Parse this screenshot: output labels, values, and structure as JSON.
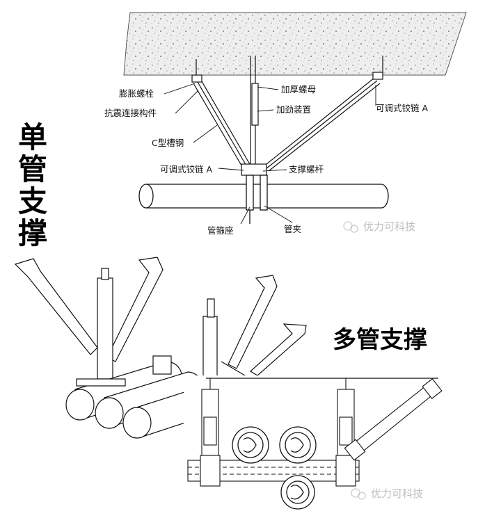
{
  "top_title_chars": [
    "单",
    "管",
    "支",
    "撑"
  ],
  "bottom_title": "多管支撑",
  "watermark": "优力可科技",
  "labels": {
    "expansion_bolt": "膨胀螺栓",
    "seismic_connector": "抗震连接构件",
    "c_channel": "C型槽钢",
    "hinge_left": "可调式铰链 A",
    "hinge_right": "可调式铰链 A",
    "thick_nut": "加厚螺母",
    "reinforcement": "加劲装置",
    "support_rod": "支撑螺杆",
    "pipe_clamp_seat": "管箍座",
    "pipe_clamp": "管夹"
  },
  "colors": {
    "ink": "#111111",
    "concrete": "#ebebeb",
    "watermark": "#bdbdbd"
  }
}
